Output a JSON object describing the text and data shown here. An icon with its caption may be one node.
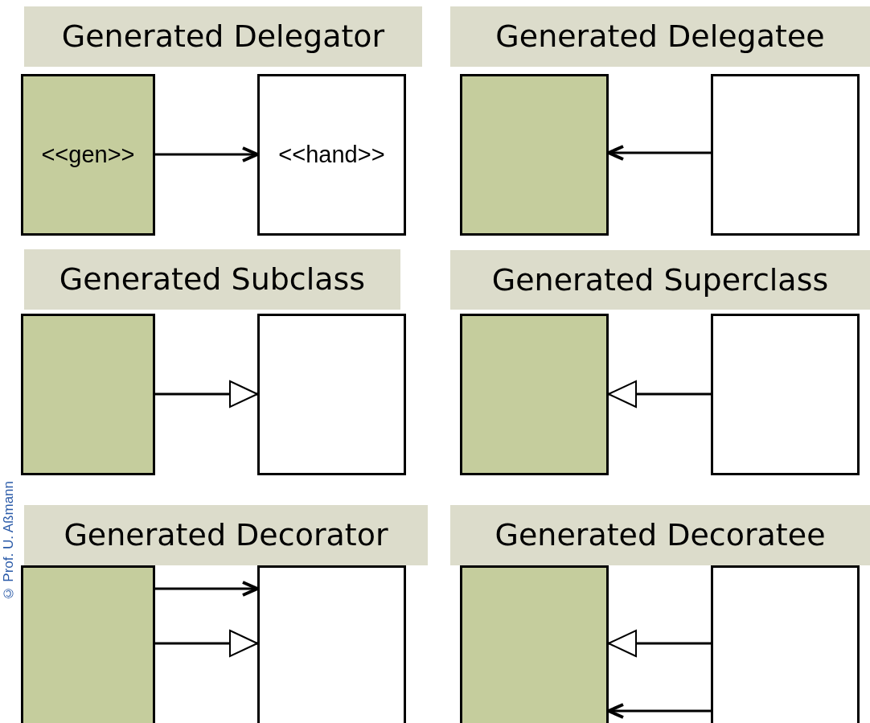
{
  "diagram": {
    "nodes": [
      {
        "text": [
          "Generated Delegator"
        ]
      },
      {
        "text": [
          "<<gen>>"
        ]
      },
      {
        "text": [
          "<<hand>>"
        ]
      },
      {
        "text": [
          "Generated Delegatee"
        ]
      },
      {
        "text": [],
        "shape": "box"
      },
      {
        "text": [],
        "shape": "box"
      },
      {
        "text": [
          "Generated Subclass"
        ]
      },
      {
        "text": [],
        "shape": "box"
      },
      {
        "text": [],
        "shape": "box"
      },
      {
        "text": [
          "Generated Superclass"
        ]
      },
      {
        "text": [],
        "shape": "box"
      },
      {
        "text": [],
        "shape": "box"
      },
      {
        "text": [
          "Generated Decorator"
        ]
      },
      {
        "text": [],
        "shape": "box"
      },
      {
        "text": [],
        "shape": "box"
      },
      {
        "text": [
          "Generated Decoratee"
        ]
      },
      {
        "text": [],
        "shape": "box"
      },
      {
        "text": [],
        "shape": "box"
      }
    ],
    "edges": [
      {
        "from": 1,
        "to": 2,
        "arrow": "to"
      },
      {
        "from": 5,
        "to": 4,
        "arrow": "to"
      },
      {
        "from": 7,
        "to": 8,
        "arrow": "to"
      },
      {
        "from": 11,
        "to": 10,
        "arrow": "to"
      },
      {
        "from": 13,
        "to": 14,
        "arrow": "to"
      },
      {
        "from": 13,
        "to": 14,
        "arrow": "to"
      },
      {
        "from": 17,
        "to": 16,
        "arrow": "to"
      },
      {
        "from": 17,
        "to": 16,
        "arrow": "to"
      }
    ],
    "labels": [
      "© Prof. U. Aßmann"
    ]
  }
}
